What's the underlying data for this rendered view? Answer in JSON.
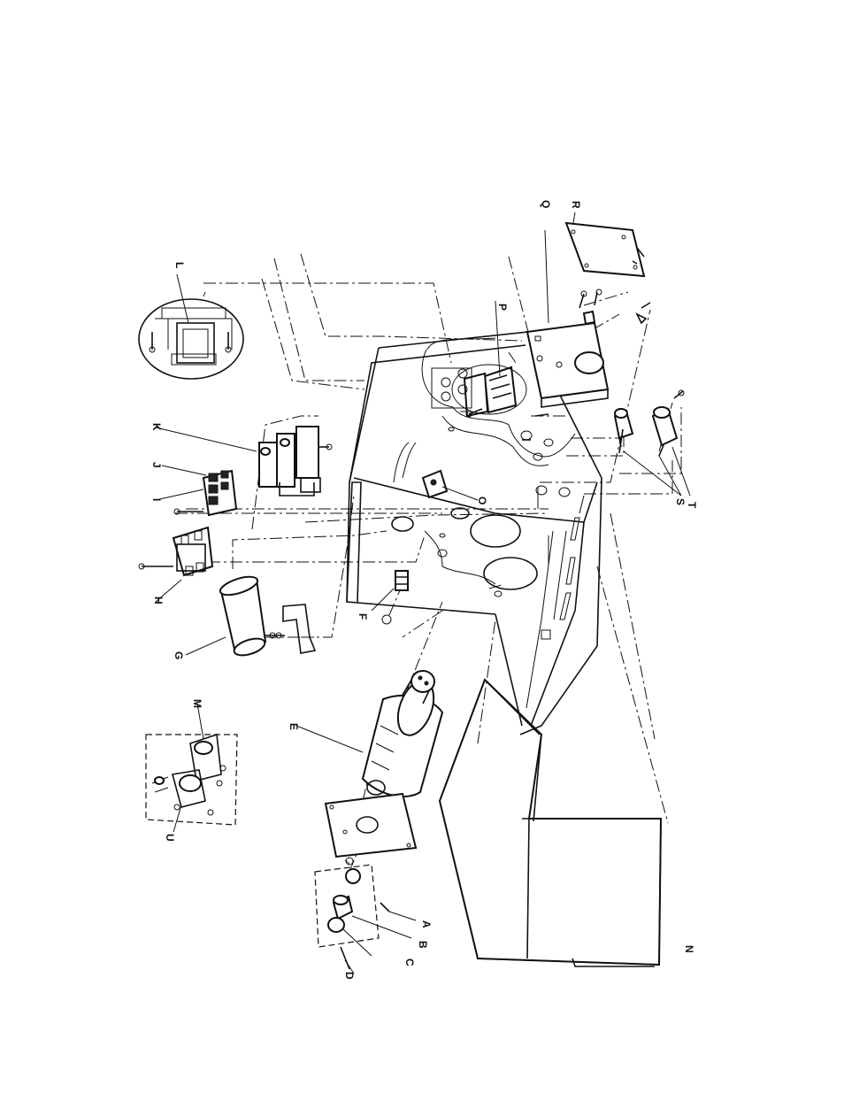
{
  "diagram": {
    "callouts": {
      "A": "A",
      "B": "B",
      "C": "C",
      "D": "D",
      "E": "E",
      "F": "F",
      "G": "G",
      "H": "H",
      "I": "I",
      "J": "J",
      "K": "K",
      "L": "L",
      "M": "M",
      "N": "N",
      "O": "O",
      "P": "P",
      "Q": "Q",
      "R": "R",
      "S": "S",
      "T": "T",
      "U": "U"
    }
  }
}
